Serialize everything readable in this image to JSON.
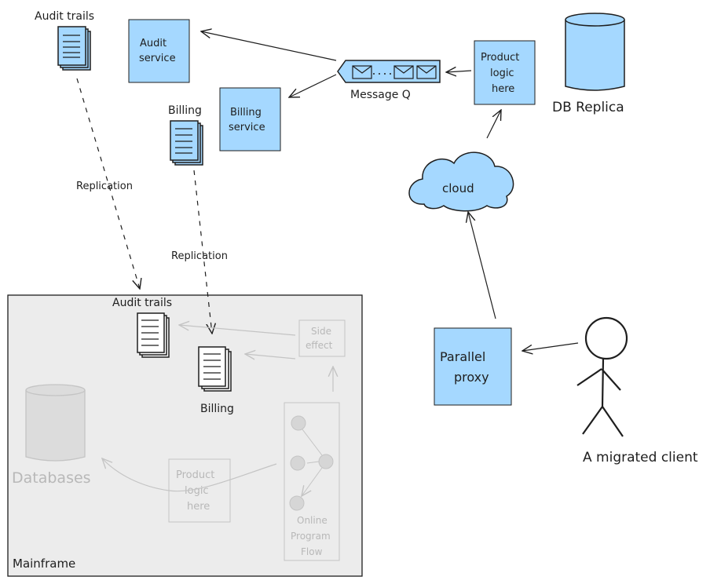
{
  "colors": {
    "box_fill": "#a5d8ff",
    "stroke": "#1e1e1e",
    "mainframe_fill": "#ececec",
    "faint_stroke": "#c4c4c4",
    "faint_text": "#b8b8b8",
    "node_fill": "#d6d6d6"
  },
  "top": {
    "audit_trails_label": "Audit trails",
    "audit_service_label_1": "Audit",
    "audit_service_label_2": "service",
    "billing_label": "Billing",
    "billing_service_label_1": "Billing",
    "billing_service_label_2": "service",
    "replication_label_1": "Replication",
    "replication_label_2": "Replication",
    "message_q_label": "Message Q",
    "product_logic_label_1": "Product",
    "product_logic_label_2": "logic",
    "product_logic_label_3": "here",
    "db_replica_label": "DB Replica",
    "cloud_label": "cloud",
    "parallel_proxy_label_1": "Parallel",
    "parallel_proxy_label_2": "proxy",
    "client_label": "A migrated client"
  },
  "mainframe": {
    "title": "Mainframe",
    "audit_trails_label": "Audit trails",
    "billing_label": "Billing",
    "side_effect_label_1": "Side",
    "side_effect_label_2": "effect",
    "databases_label": "Databases",
    "product_logic_label_1": "Product",
    "product_logic_label_2": "logic",
    "product_logic_label_3": "here",
    "program_flow_label_1": "Online",
    "program_flow_label_2": "Program",
    "program_flow_label_3": "Flow"
  }
}
